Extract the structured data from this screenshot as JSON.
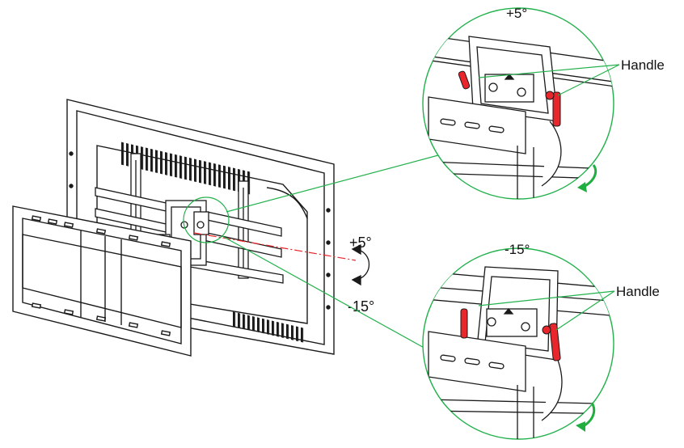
{
  "labels": {
    "main_plus": "+5°",
    "main_minus": "-15°",
    "top_detail_angle": "+5°",
    "top_detail_handle": "Handle",
    "bottom_detail_angle": "-15°",
    "bottom_detail_handle": "Handle"
  },
  "colors": {
    "line": "#1a1a1a",
    "callout_green": "#22b14c",
    "handle_red": "#e8262b",
    "axis_red": "#e8262b",
    "arrow_green": "#1fae3f"
  }
}
